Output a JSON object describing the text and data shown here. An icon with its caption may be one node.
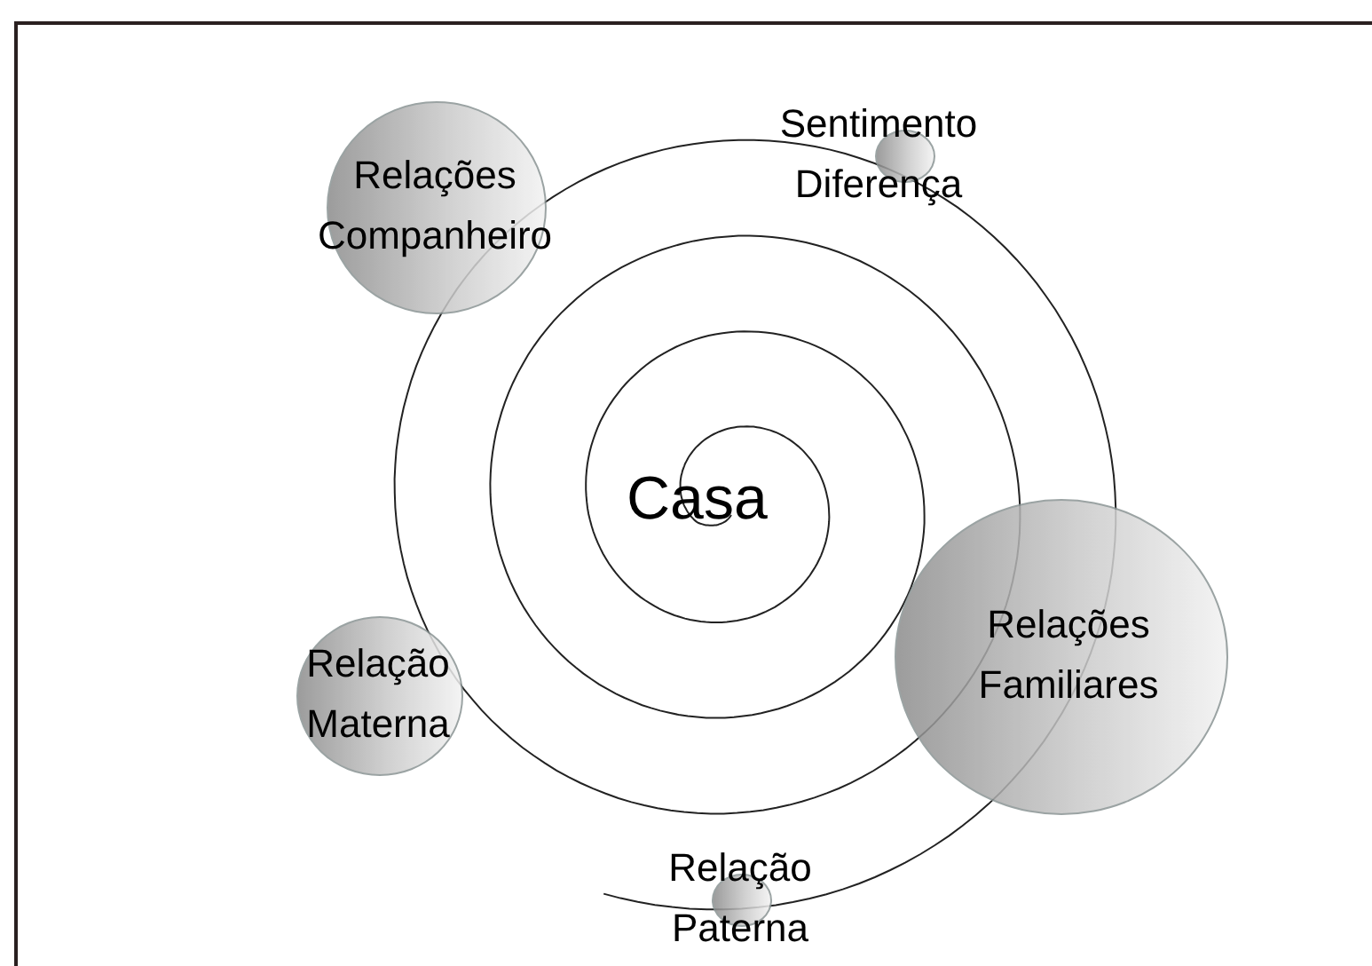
{
  "diagram": {
    "nodes": [
      {
        "text": [
          "Relações Companheiro"
        ]
      },
      {
        "text": [
          "Sentimento Diferença"
        ]
      },
      {
        "text": [
          "Relação Materna"
        ]
      },
      {
        "text": [
          "Relações Familiares"
        ]
      },
      {
        "text": [
          "Relação Paterna"
        ]
      }
    ],
    "labels": [
      "Casa"
    ]
  }
}
